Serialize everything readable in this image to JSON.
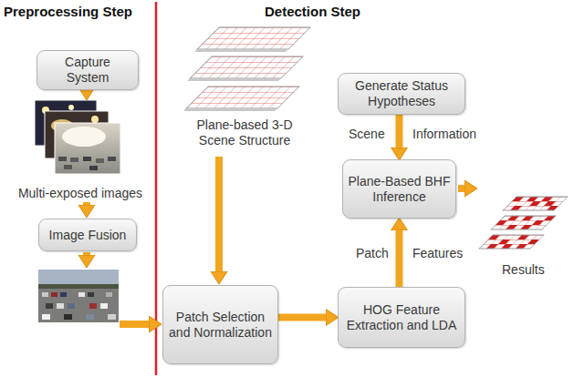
{
  "diagram": {
    "nodes": [
      {
        "text": [
          "Capture System"
        ]
      },
      {
        "text": [
          "Image Fusion"
        ]
      },
      {
        "text": [
          "Patch Selection and Normalization"
        ]
      },
      {
        "text": [
          "HOG Feature Extraction and LDA"
        ]
      },
      {
        "text": [
          "Plane-Based BHF Inference"
        ]
      },
      {
        "text": [
          "Generate Status Hypotheses"
        ]
      }
    ],
    "edges": [
      {
        "from": 2,
        "to": 3,
        "arrow": "to"
      },
      {
        "from": 3,
        "to": 4,
        "arrow": "to"
      },
      {
        "from": 5,
        "to": 4,
        "arrow": "to"
      }
    ],
    "labels": [
      "Preprocessing Step",
      "Detection Step",
      "Multi-exposed images",
      "Plane-based 3-D Scene Structure",
      "Results",
      "Scene",
      "Information",
      "Patch",
      "Features"
    ]
  }
}
